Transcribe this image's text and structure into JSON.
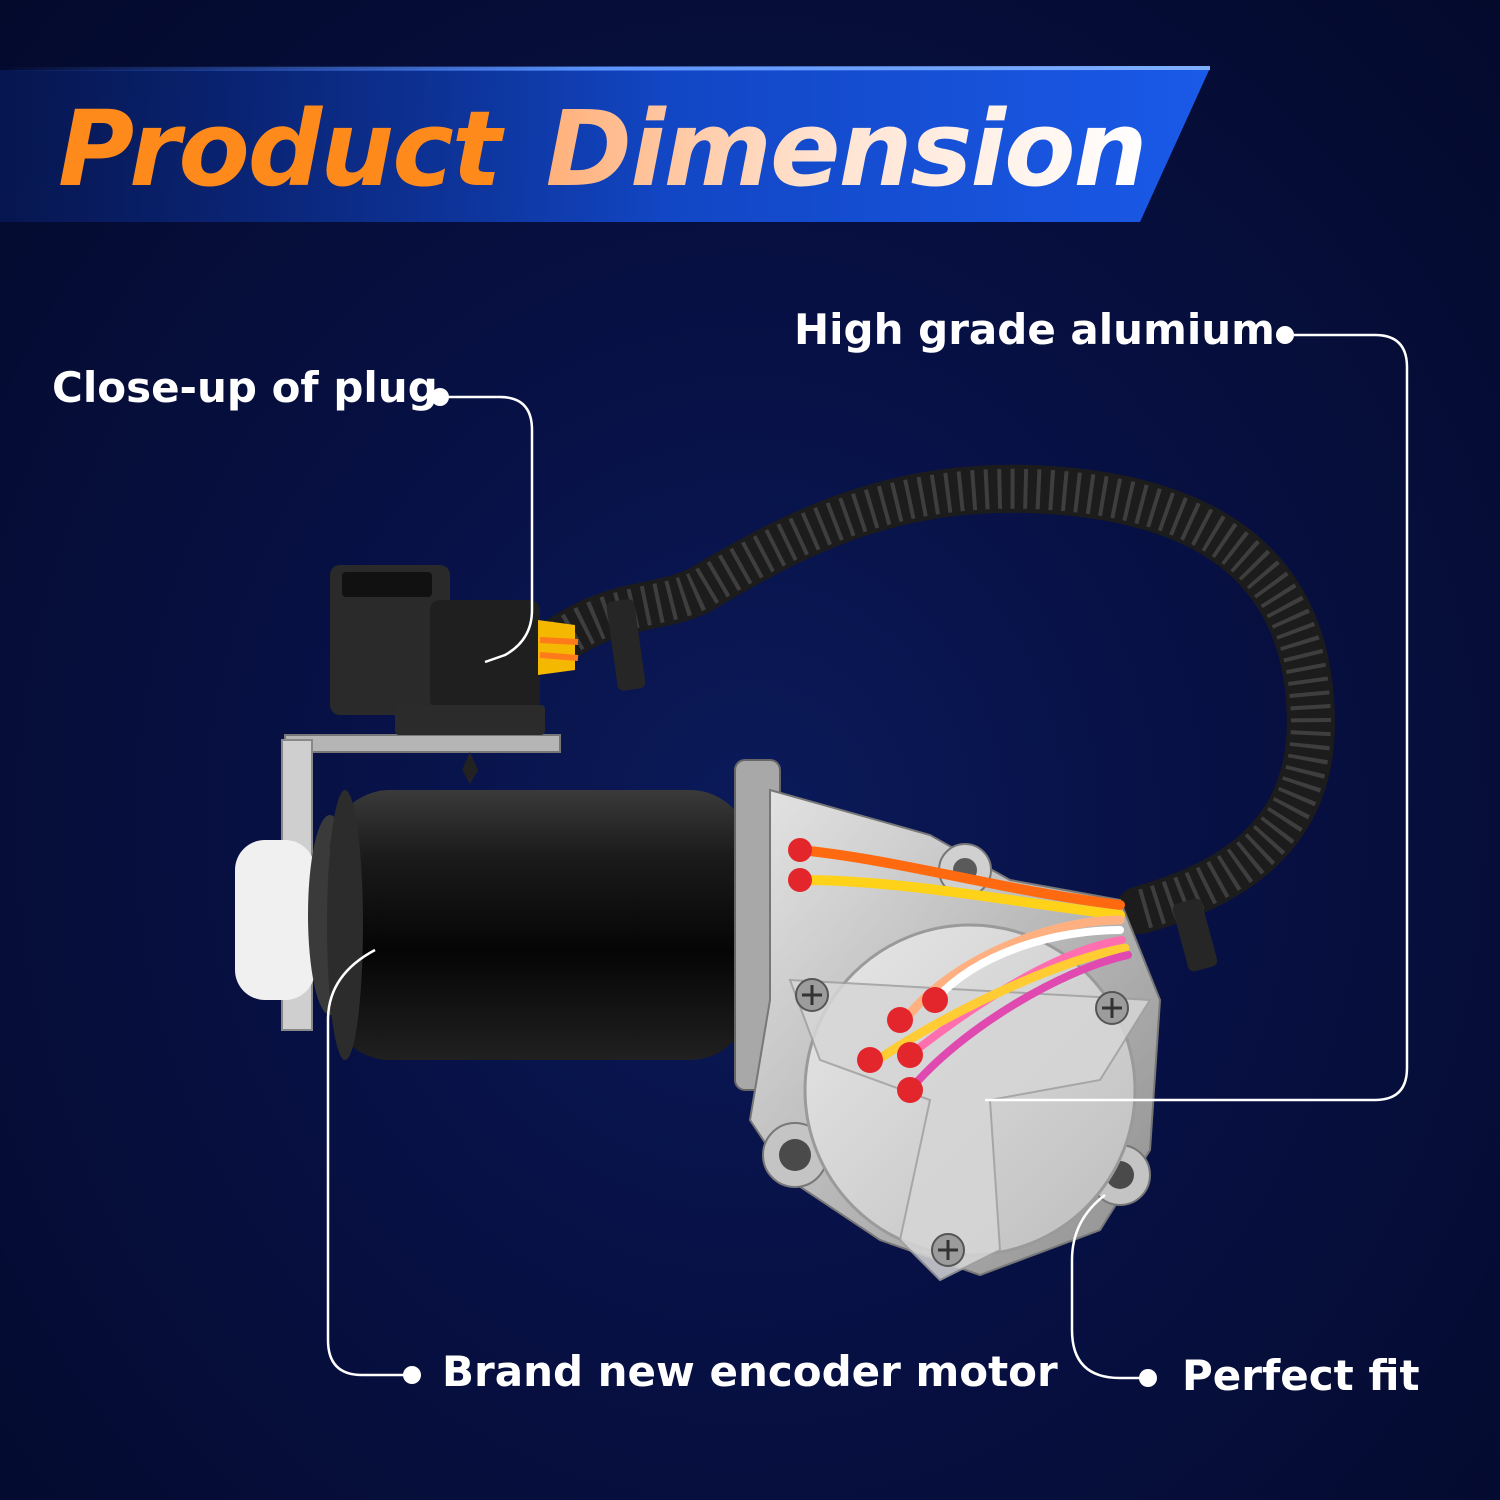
{
  "header": {
    "title_word1": "Product",
    "title_word2": "Dimension"
  },
  "callouts": {
    "plug": "Close-up of plug",
    "aluminium": "High grade alumium",
    "motor": "Brand new encoder motor",
    "fit": "Perfect fit"
  },
  "colors": {
    "title_orange": "#ff8a1c",
    "banner_blue": "#1652d8",
    "background_navy": "#071043",
    "callout_line": "#ffffff"
  }
}
